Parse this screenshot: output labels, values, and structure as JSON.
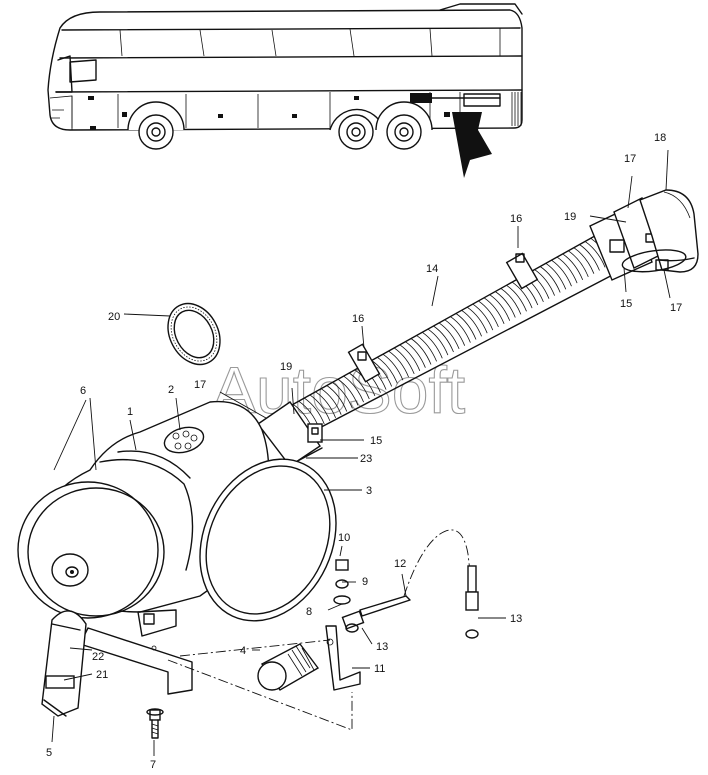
{
  "watermark": "AutoSoft",
  "callouts": [
    {
      "id": "c1",
      "label": "1"
    },
    {
      "id": "c2",
      "label": "2"
    },
    {
      "id": "c3",
      "label": "3"
    },
    {
      "id": "c4",
      "label": "4"
    },
    {
      "id": "c5",
      "label": "5"
    },
    {
      "id": "c6",
      "label": "6"
    },
    {
      "id": "c7",
      "label": "7"
    },
    {
      "id": "c8",
      "label": "8"
    },
    {
      "id": "c9",
      "label": "9"
    },
    {
      "id": "c10",
      "label": "10"
    },
    {
      "id": "c11",
      "label": "11"
    },
    {
      "id": "c12",
      "label": "12"
    },
    {
      "id": "c13a",
      "label": "13"
    },
    {
      "id": "c13b",
      "label": "13"
    },
    {
      "id": "c14",
      "label": "14"
    },
    {
      "id": "c15a",
      "label": "15"
    },
    {
      "id": "c15b",
      "label": "15"
    },
    {
      "id": "c16a",
      "label": "16"
    },
    {
      "id": "c16b",
      "label": "16"
    },
    {
      "id": "c17a",
      "label": "17"
    },
    {
      "id": "c17b",
      "label": "17"
    },
    {
      "id": "c17c",
      "label": "17"
    },
    {
      "id": "c18",
      "label": "18"
    },
    {
      "id": "c19a",
      "label": "19"
    },
    {
      "id": "c19b",
      "label": "19"
    },
    {
      "id": "c20",
      "label": "20"
    },
    {
      "id": "c21",
      "label": "21"
    },
    {
      "id": "c22",
      "label": "22"
    },
    {
      "id": "c23",
      "label": "23"
    }
  ]
}
